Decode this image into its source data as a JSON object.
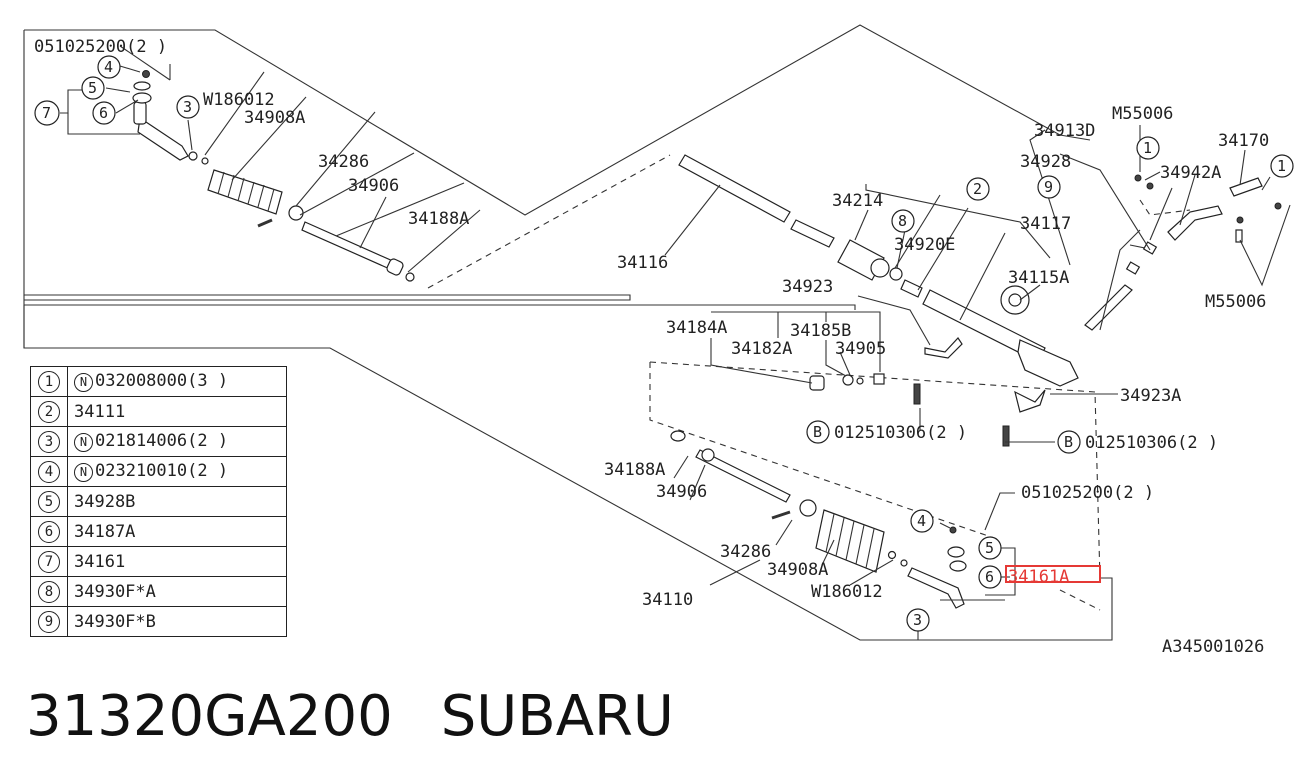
{
  "diagram": {
    "ref_code": "A345001026",
    "labels": {
      "top_qty_05": "051025200(2 )",
      "w186012_top": "W186012",
      "p34908a_top": "34908A",
      "p34286_top": "34286",
      "p34906_top": "34906",
      "p34188a_top": "34188A",
      "p34116": "34116",
      "p34214": "34214",
      "p34920e": "34920E",
      "p34923": "34923",
      "p34184a": "34184A",
      "p34185b": "34185B",
      "p34182a": "34182A",
      "p34905": "34905",
      "p34115a": "34115A",
      "p34913d": "34913D",
      "p34928": "34928",
      "p34117": "34117",
      "m55006_top": "M55006",
      "p34942a": "34942A",
      "p34170": "34170",
      "m55006_right": "M55006",
      "p34923a": "34923A",
      "b_012510306_a": "012510306(2 )",
      "b_012510306_b": "012510306(2 )",
      "p34188a_bot": "34188A",
      "p34906_bot": "34906",
      "p34286_bot": "34286",
      "p34908a_bot": "34908A",
      "p34110": "34110",
      "w186012_bot": "W186012",
      "bot_qty_05": "051025200(2 )",
      "p34161a": "34161A"
    },
    "callouts": {
      "c1": "1",
      "c2": "2",
      "c3": "3",
      "c4": "4",
      "c5": "5",
      "c6": "6",
      "c7": "7",
      "c8": "8",
      "c9": "9",
      "cb": "B"
    }
  },
  "legend": {
    "rows": [
      {
        "key": "1",
        "n_mark": "N",
        "value": "032008000(3 )"
      },
      {
        "key": "2",
        "n_mark": "",
        "value": "34111"
      },
      {
        "key": "3",
        "n_mark": "N",
        "value": "021814006(2 )"
      },
      {
        "key": "4",
        "n_mark": "N",
        "value": "023210010(2 )"
      },
      {
        "key": "5",
        "n_mark": "",
        "value": "34928B"
      },
      {
        "key": "6",
        "n_mark": "",
        "value": "34187A"
      },
      {
        "key": "7",
        "n_mark": "",
        "value": "34161"
      },
      {
        "key": "8",
        "n_mark": "",
        "value": "34930F*A"
      },
      {
        "key": "9",
        "n_mark": "",
        "value": "34930F*B"
      }
    ]
  },
  "footer": {
    "part_number": "31320GA200",
    "brand": "SUBARU"
  },
  "highlight_color": "#e53935"
}
